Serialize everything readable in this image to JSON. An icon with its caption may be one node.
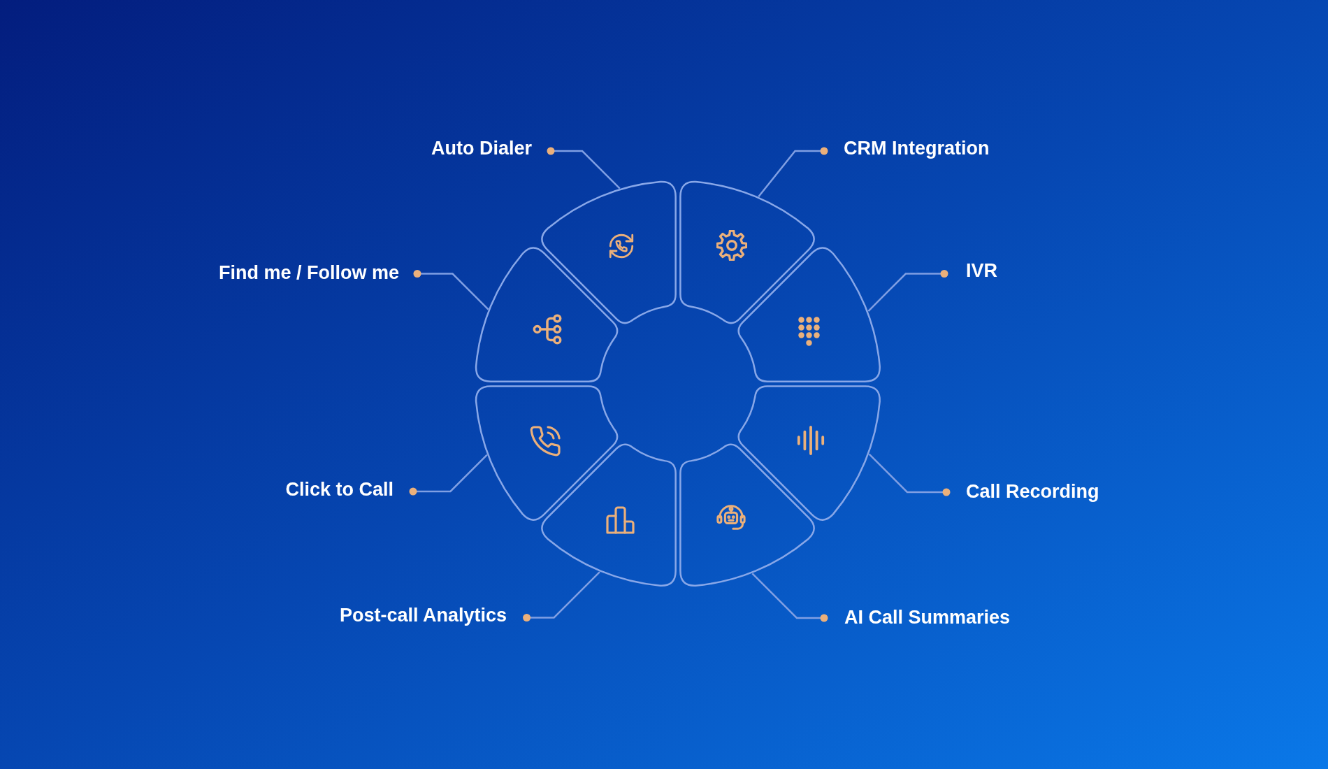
{
  "diagram": {
    "nodes": [
      {
        "text": [
          "Auto Dialer"
        ]
      },
      {
        "text": [
          "CRM Integration"
        ]
      },
      {
        "text": [
          "Find me / Follow me"
        ]
      },
      {
        "text": [
          "IVR"
        ]
      },
      {
        "text": [
          "Click to Call"
        ]
      },
      {
        "text": [
          "Call Recording"
        ]
      },
      {
        "text": [
          "Post-call Analytics"
        ]
      },
      {
        "text": [
          "AI Call Summaries"
        ]
      },
      {
        "text": [],
        "shape": "sector"
      },
      {
        "text": [],
        "shape": "sector"
      },
      {
        "text": [],
        "shape": "sector"
      },
      {
        "text": [],
        "shape": "sector"
      },
      {
        "text": [],
        "shape": "sector"
      },
      {
        "text": [],
        "shape": "sector"
      },
      {
        "text": [],
        "shape": "sector"
      },
      {
        "text": [],
        "shape": "sector"
      }
    ],
    "edges": [
      {
        "from": 0,
        "to": 8,
        "arrow": "other"
      },
      {
        "from": 1,
        "to": 9,
        "arrow": "other"
      },
      {
        "from": 2,
        "to": 10,
        "arrow": "other"
      },
      {
        "from": 3,
        "to": 11,
        "arrow": "other"
      },
      {
        "from": 4,
        "to": 12,
        "arrow": "other"
      },
      {
        "from": 5,
        "to": 13,
        "arrow": "other"
      },
      {
        "from": 6,
        "to": 14,
        "arrow": "other"
      },
      {
        "from": 7,
        "to": 15,
        "arrow": "other"
      }
    ]
  }
}
